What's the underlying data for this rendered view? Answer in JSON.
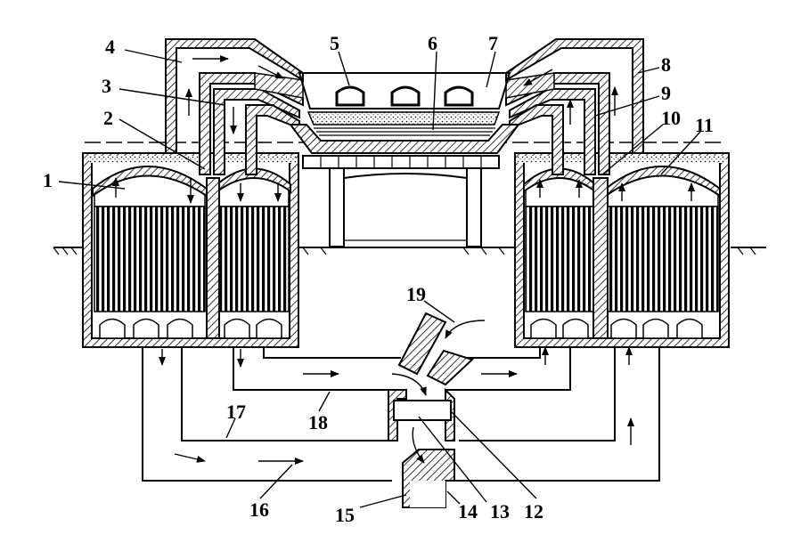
{
  "figure": {
    "callouts": [
      {
        "id": "c1",
        "label": "1"
      },
      {
        "id": "c2",
        "label": "2"
      },
      {
        "id": "c3",
        "label": "3"
      },
      {
        "id": "c4",
        "label": "4"
      },
      {
        "id": "c5",
        "label": "5"
      },
      {
        "id": "c6",
        "label": "6"
      },
      {
        "id": "c7",
        "label": "7"
      },
      {
        "id": "c8",
        "label": "8"
      },
      {
        "id": "c9",
        "label": "9"
      },
      {
        "id": "c10",
        "label": "10"
      },
      {
        "id": "c11",
        "label": "11"
      },
      {
        "id": "c12",
        "label": "12"
      },
      {
        "id": "c13",
        "label": "13"
      },
      {
        "id": "c14",
        "label": "14"
      },
      {
        "id": "c15",
        "label": "15"
      },
      {
        "id": "c16",
        "label": "16"
      },
      {
        "id": "c17",
        "label": "17"
      },
      {
        "id": "c18",
        "label": "18"
      },
      {
        "id": "c19",
        "label": "19"
      }
    ],
    "colors": {
      "line": "#000000",
      "background": "#ffffff"
    }
  }
}
